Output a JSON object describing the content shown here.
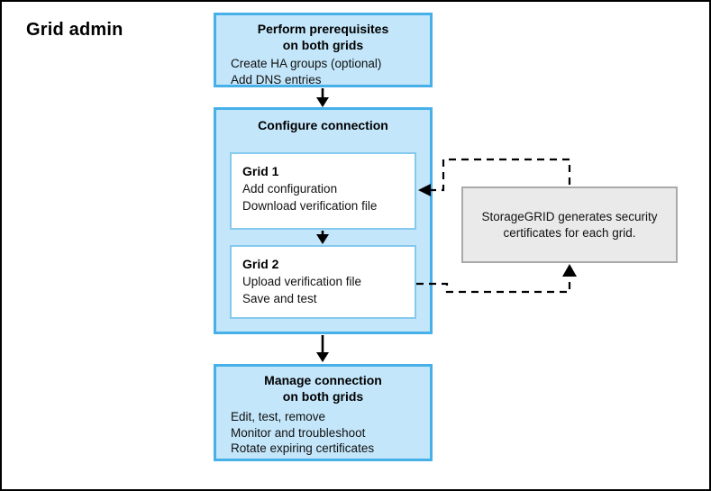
{
  "title": "Grid admin",
  "colors": {
    "flow_box_fill": "#c3e6fa",
    "flow_box_border": "#47b0e8",
    "inner_box_border": "#85c9ee",
    "note_fill": "#eaeaea",
    "note_border": "#a9a9a9",
    "arrow": "#000000"
  },
  "boxes": {
    "prerequisites": {
      "heading_line1": "Perform prerequisites",
      "heading_line2": "on both grids",
      "items": [
        "Create HA groups (optional)",
        "Add DNS entries"
      ]
    },
    "configure": {
      "heading": "Configure connection",
      "grid1": {
        "heading": "Grid 1",
        "items": [
          "Add configuration",
          "Download verification file"
        ]
      },
      "grid2": {
        "heading": "Grid 2",
        "items": [
          "Upload verification file",
          "Save and test"
        ]
      }
    },
    "manage": {
      "heading_line1": "Manage connection",
      "heading_line2": "on both grids",
      "items": [
        "Edit, test, remove",
        "Monitor and troubleshoot",
        "Rotate expiring certificates"
      ]
    },
    "note": {
      "line1": "StorageGRID generates security",
      "line2": "certificates for each grid."
    }
  }
}
